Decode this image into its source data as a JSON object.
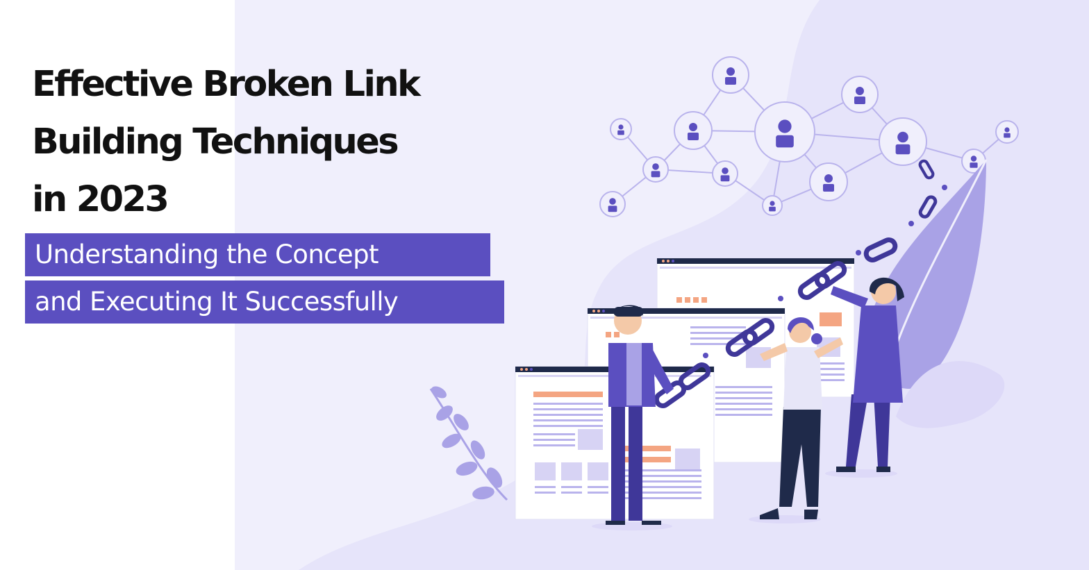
{
  "banner": {
    "title_lines": [
      "Effective Broken Link",
      "Building Techniques",
      "in 2023"
    ],
    "subtitle_lines": [
      "Understanding the Concept",
      "and Executing It Successfully"
    ]
  },
  "illustration": {
    "subject": "three people connecting webpages with chain links beneath a network of user icons",
    "colors": {
      "background_panel": "#f0effc",
      "accent_purple": "#5b4fc0",
      "light_purple": "#c7c2ef",
      "orange_block": "#f4a582",
      "line_blue": "#b9b3ec",
      "dark_navy": "#1f2a4a"
    },
    "icons": [
      "user-node-icon",
      "chain-link-icon",
      "leaf-icon",
      "webpage-window-icon"
    ]
  }
}
